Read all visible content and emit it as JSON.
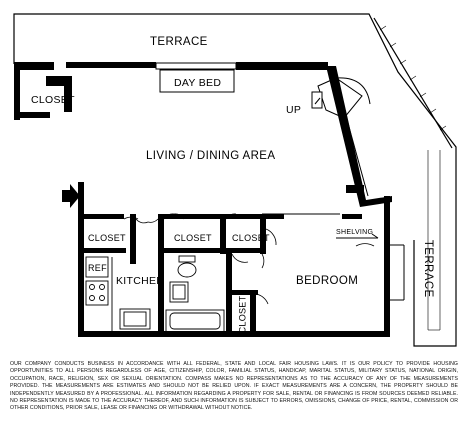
{
  "rooms": {
    "terrace_top": "TERRACE",
    "terrace_right": "TERRACE",
    "closet_entry": "CLOSET",
    "day_bed": "DAY BED",
    "living_dining": "LIVING / DINING AREA",
    "up": "UP",
    "closet_kitchen": "CLOSET",
    "closet_hall": "CLOSET",
    "closet_small": "CLOSET",
    "ref": "REF",
    "kitchen": "KITCHEN",
    "bedroom": "BEDROOM",
    "closet_bedroom": "CLOSET",
    "shelving": "SHELVING"
  },
  "disclaimer": "OUR COMPANY CONDUCTS BUSINESS IN ACCORDANCE WITH ALL FEDERAL, STATE AND LOCAL FAIR HOUSING LAWS. IT IS OUR POLICY TO PROVIDE HOUSING OPPORTUNITIES TO ALL PERSONS REGARDLESS OF AGE, CITIZENSHIP, COLOR, FAMILIAL STATUS, HANDICAP, MARITAL STATUS, MILITARY STATUS, NATIONAL ORIGIN, OCCUPATION, RACE, RELIGION, SEX OR SEXUAL ORIENTATION. COMPASS MAKES NO REPRESENTATIONS AS TO THE ACCURACY OF ANY OF THE MEASUREMENTS PROVIDED. THE MEASUREMENTS ARE ESTIMATES AND SHOULD NOT BE RELIED UPON. IF EXACT MEASUREMENTS ARE A CONCERN, THE PROPERTY SHOULD BE INDEPENDENTLY MEASURED BY A PROFESSIONAL. ALL INFORMATION REGARDING A PROPERTY FOR SALE, RENTAL OR FINANCING IS FROM SOURCES DEEMED RELIABLE. NO REPRESENTATION IS MADE TO THE ACCURACY THEREOF, AND SUCH INFORMATION IS SUBJECT TO ERRORS, OMISSIONS, CHANGE OF PRICE, RENTAL, COMMISSION OR OTHER CONDITIONS, PRIOR SALE, LEASE OR FINANCING OR WITHDRAWAL WITHOUT NOTICE."
}
